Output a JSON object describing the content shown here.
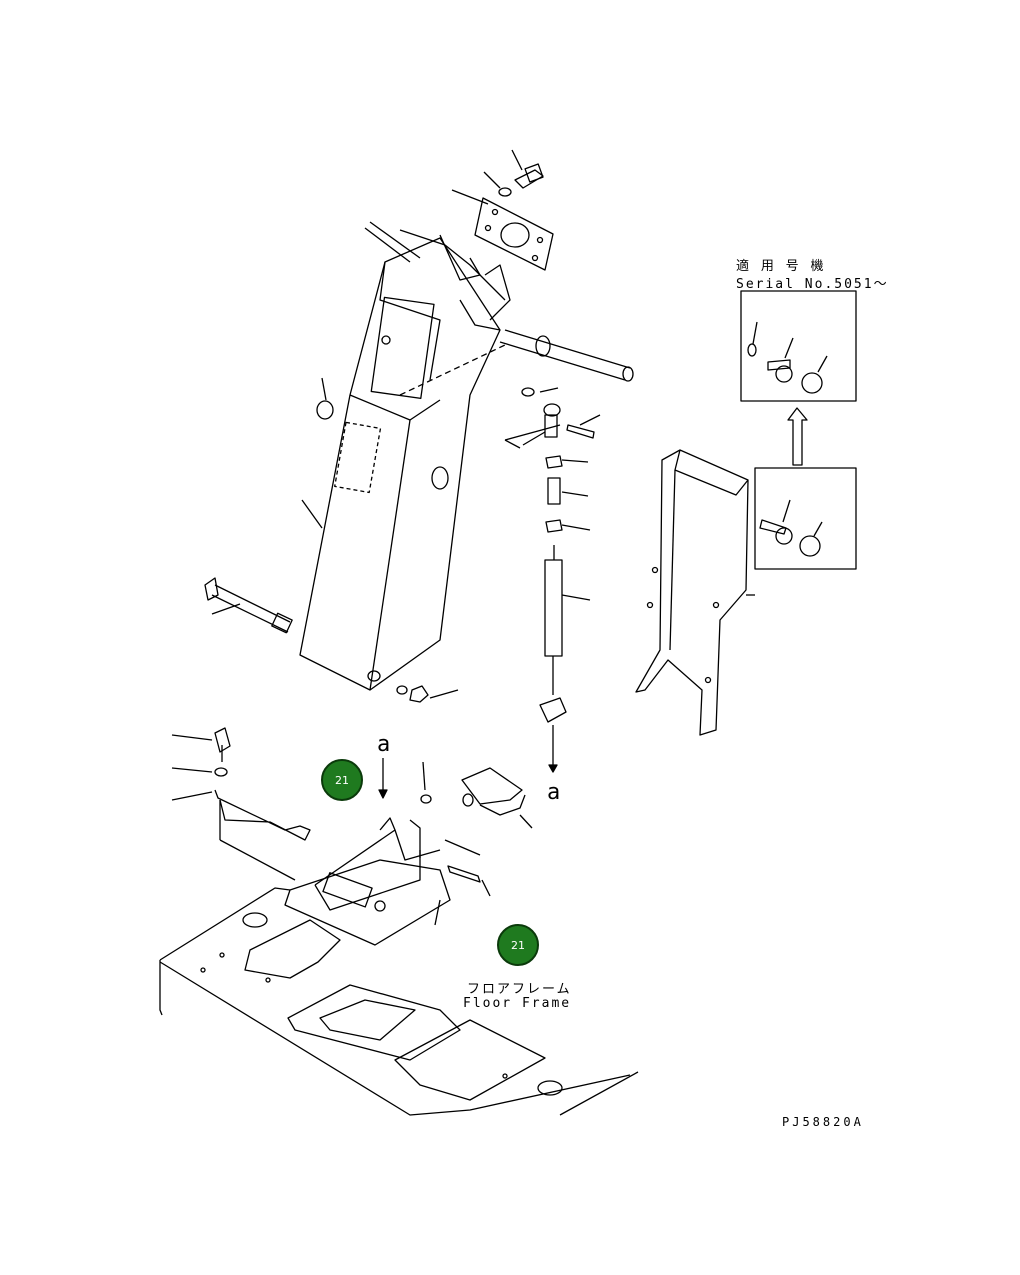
{
  "serial": {
    "jp": "適 用 号 機",
    "en": "Serial No.5051～"
  },
  "floor_frame": {
    "jp": "フロアフレーム",
    "en": "Floor Frame"
  },
  "callouts": [
    "21",
    "21"
  ],
  "arrow_letter": "a",
  "drawing_code": "PJ58820A",
  "colors": {
    "callout_fill": "#1f7a1f",
    "line": "#000000"
  }
}
